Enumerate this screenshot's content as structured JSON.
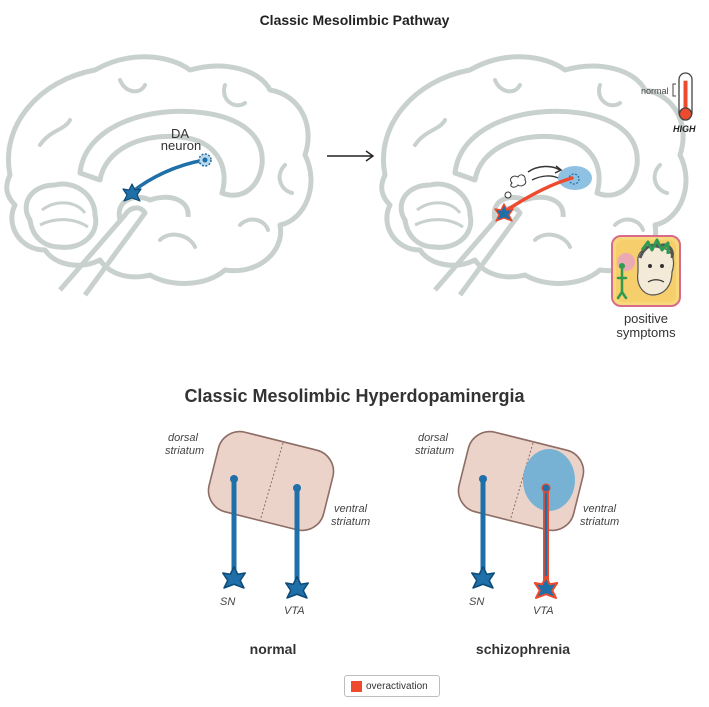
{
  "top_title": "Classic Mesolimbic Pathway",
  "neuron_label_line1": "DA",
  "neuron_label_line2": "neuron",
  "thermometer": {
    "low_label": "normal",
    "high_label": "HIGH",
    "level": 0.85
  },
  "symptoms_line1": "positive",
  "symptoms_line2": "symptoms",
  "mid_title": "Classic Mesolimbic Hyperdopaminergia",
  "panels": [
    {
      "dorsal_line1": "dorsal",
      "dorsal_line2": "striatum",
      "ventral_line1": "ventral",
      "ventral_line2": "striatum",
      "sn_label": "SN",
      "vta_label": "VTA",
      "condition": "normal"
    },
    {
      "dorsal_line1": "dorsal",
      "dorsal_line2": "striatum",
      "ventral_line1": "ventral",
      "ventral_line2": "striatum",
      "sn_label": "SN",
      "vta_label": "VTA",
      "condition": "schizophrenia"
    }
  ],
  "legend_label": "overactivation",
  "colors": {
    "brain_outline": "#c9d1cf",
    "neuron": "#1f6fa8",
    "overactive": "#ee4a2e",
    "striatum_fill": "#ecd3c9",
    "striatum_stroke": "#8d6d64",
    "ventral_glow": "#6aaed6"
  },
  "icons": [
    "brain-outline-icon",
    "arrow-right-icon",
    "thermometer-icon",
    "face-icon",
    "neuron-icon"
  ]
}
